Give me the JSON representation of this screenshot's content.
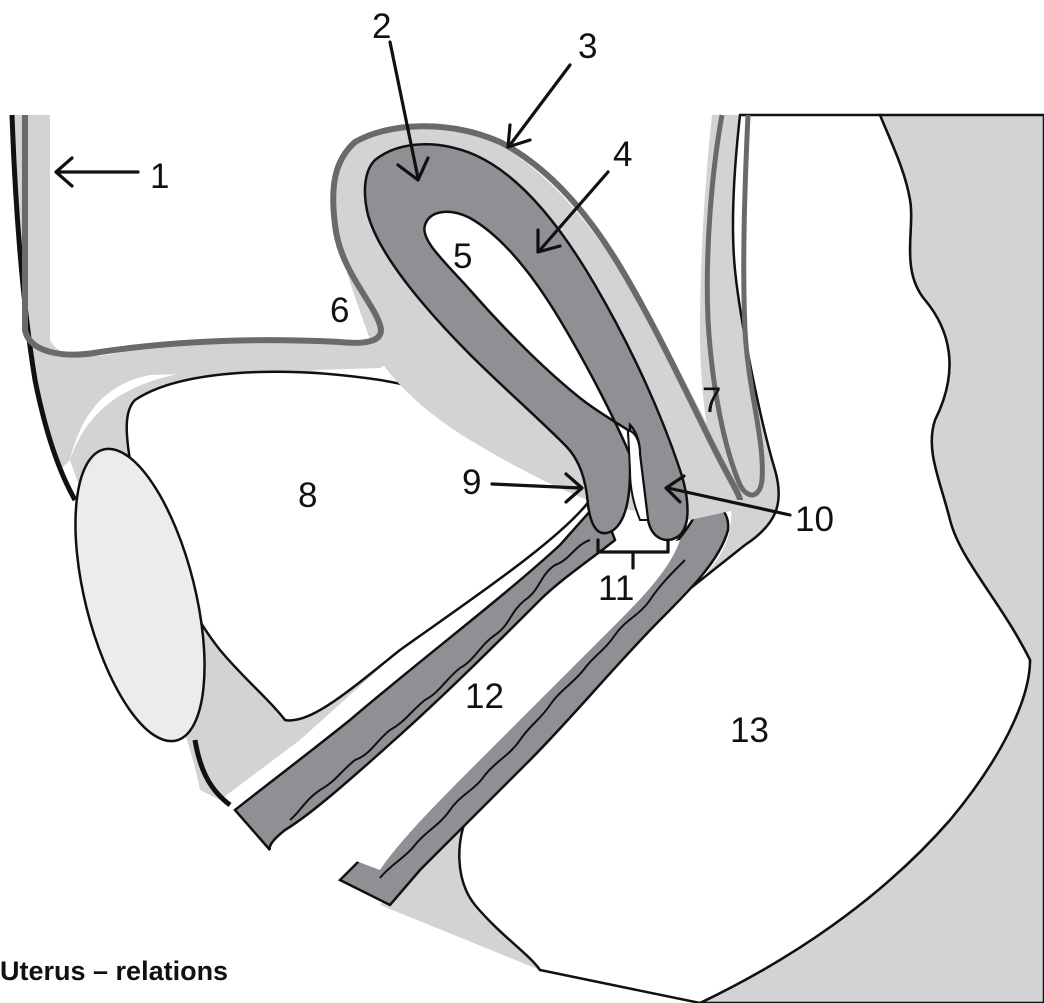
{
  "diagram": {
    "caption": "Uterus – relations",
    "caption_subtitle": "",
    "labels": [
      "1",
      "2",
      "3",
      "4",
      "5",
      "6",
      "7",
      "8",
      "9",
      "10",
      "11",
      "12",
      "13"
    ]
  },
  "colors": {
    "background": "#ffffff",
    "peritoneum_tissue": "#d3d3d5",
    "peritoneum_line": "#6a6a6c",
    "muscular_wall": "#909094",
    "cavity": "#ffffff",
    "symphysis": "#ececec",
    "outline": "#111111"
  }
}
